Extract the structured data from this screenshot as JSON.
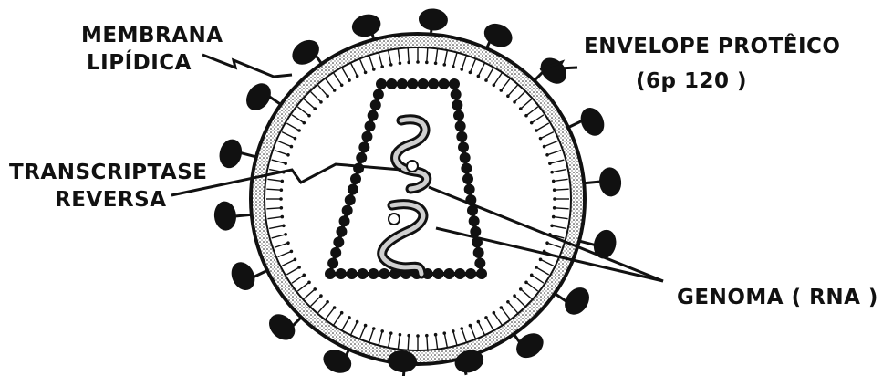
{
  "labels": {
    "membrana_line1": "MEMBRANA",
    "membrana_line2": "LIPÍDICA",
    "envelope_line1": "ENVELOPE PROTÊICO",
    "envelope_line2": "(6p 120 )",
    "transcriptase_line1": "TRANSCRIPTASE",
    "transcriptase_line2": "REVERSA",
    "genoma": "GENOMA ( RNA )"
  },
  "colors": {
    "ink": "#111111",
    "background": "#ffffff"
  }
}
